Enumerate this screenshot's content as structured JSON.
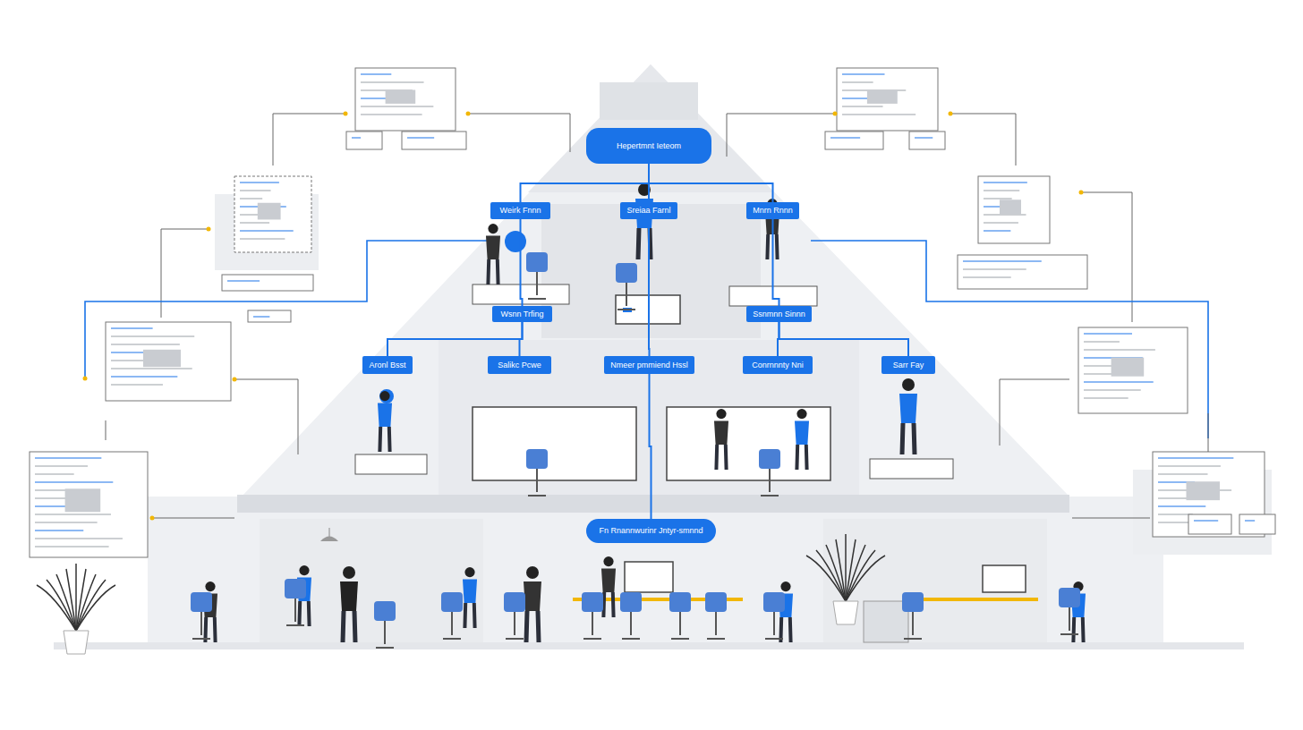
{
  "diagram": {
    "nodes": [
      {
        "text": [
          "Hepertmnt Ieteom"
        ]
      },
      {
        "text": [
          "Weirk Fnnn"
        ]
      },
      {
        "text": [
          "Sreiaa Farnl"
        ]
      },
      {
        "text": [
          "Mnrn Rnnn"
        ]
      },
      {
        "text": [
          "Wsnn Trfing"
        ]
      },
      {
        "text": [
          "Ssnmnn Sinnn"
        ]
      },
      {
        "text": [
          "Aronl Bsst"
        ]
      },
      {
        "text": [
          "Salikc Pcwe"
        ]
      },
      {
        "text": [
          "Nmeer pmmiend Hssl"
        ]
      },
      {
        "text": [
          "Conrnnnty Nni"
        ]
      },
      {
        "text": [
          "Sarr Fay"
        ]
      },
      {
        "text": [
          "Fn Rnannwurinr Jntyr-smnnd"
        ]
      }
    ],
    "edges": [
      {
        "from": 0,
        "to": 1,
        "arrow": "none"
      },
      {
        "from": 0,
        "to": 2,
        "arrow": "none"
      },
      {
        "from": 0,
        "to": 3,
        "arrow": "none"
      },
      {
        "from": 1,
        "to": 4,
        "arrow": "none"
      },
      {
        "from": 3,
        "to": 5,
        "arrow": "none"
      },
      {
        "from": 4,
        "to": 6,
        "arrow": "none"
      },
      {
        "from": 4,
        "to": 7,
        "arrow": "none"
      },
      {
        "from": 2,
        "to": 8,
        "arrow": "none"
      },
      {
        "from": 5,
        "to": 9,
        "arrow": "none"
      },
      {
        "from": 5,
        "to": 10,
        "arrow": "none"
      },
      {
        "from": 8,
        "to": 11,
        "arrow": "none"
      }
    ]
  }
}
